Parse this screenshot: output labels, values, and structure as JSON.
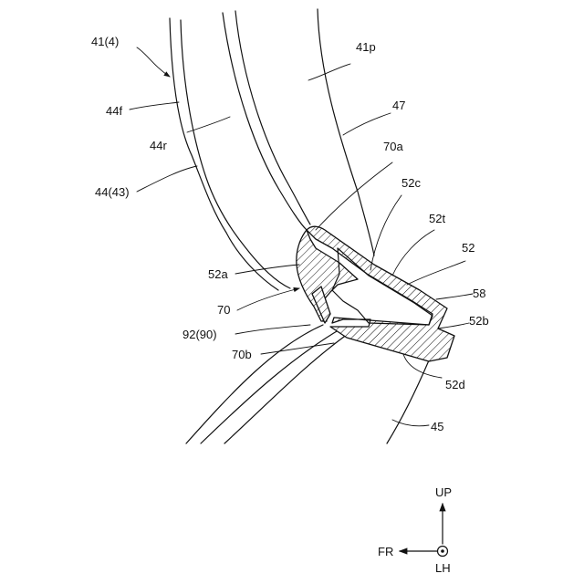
{
  "labels": {
    "l41_4": "41(4)",
    "l41p": "41p",
    "l47": "47",
    "l44f": "44f",
    "l44r": "44r",
    "l44_43": "44(43)",
    "l70a": "70a",
    "l52c": "52c",
    "l52t": "52t",
    "l52": "52",
    "l58": "58",
    "l52a": "52a",
    "l70": "70",
    "l52b": "52b",
    "l92_90": "92(90)",
    "l70b": "70b",
    "l52d": "52d",
    "l45": "45"
  },
  "compass": {
    "up": "UP",
    "fr": "FR",
    "lh": "LH"
  }
}
